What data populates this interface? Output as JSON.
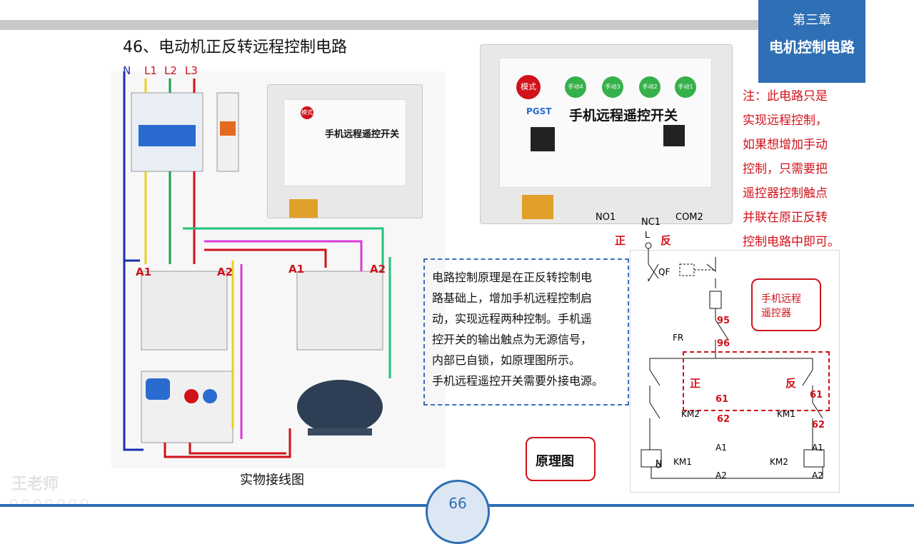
{
  "chapter": {
    "number": "第三章",
    "name": "电机控制电路"
  },
  "title": "46、电动机正反转远程控制电路",
  "phases": {
    "n": "N",
    "l1": "L1",
    "l2": "L2",
    "l3": "L3"
  },
  "wiring_labels": {
    "a1_left": "A1",
    "a2_left": "A2",
    "a1_right": "A1",
    "a2_right": "A2",
    "caption": "实物接线图"
  },
  "device": {
    "title": "手机远程遥控开关",
    "mode": "模式",
    "buttons": [
      "手动4",
      "手动3",
      "手动2",
      "手动1"
    ],
    "brand": "PGST",
    "terminals": [
      "NO1",
      "NC1",
      "COM2"
    ],
    "fwd": "正",
    "rev": "反"
  },
  "principle_text": [
    "电路控制原理是在正反转控制电",
    "路基础上，增加手机远程控制启",
    "动，实现远程两种控制。手机遥",
    "控开关的输出触点为无源信号，",
    "内部已自锁，如原理图所示。",
    "手机远程遥控开关需要外接电源。"
  ],
  "note_lines": [
    "注：此电路只是",
    "实现远程控制，",
    "如果想增加手动",
    "控制，只需要把",
    "遥控器控制触点",
    "并联在原正反转",
    "控制电路中即可。"
  ],
  "schematic": {
    "l": "L",
    "qf": "QF",
    "fr": "FR",
    "n": "N",
    "c95": "95",
    "c96": "96",
    "fwd": "正",
    "rev": "反",
    "km2": "KM2",
    "km1": "KM1",
    "c61a": "61",
    "c62a": "62",
    "c61b": "61",
    "c62b": "62",
    "coil_km1": "KM1",
    "coil_km2": "KM2",
    "a1a": "A1",
    "a2a": "A2",
    "a1b": "A1",
    "a2b": "A2"
  },
  "remote_callout": [
    "手机远程",
    "遥控器"
  ],
  "principle_callout": "原理图",
  "page_number": "66",
  "watermark": "王老师"
}
